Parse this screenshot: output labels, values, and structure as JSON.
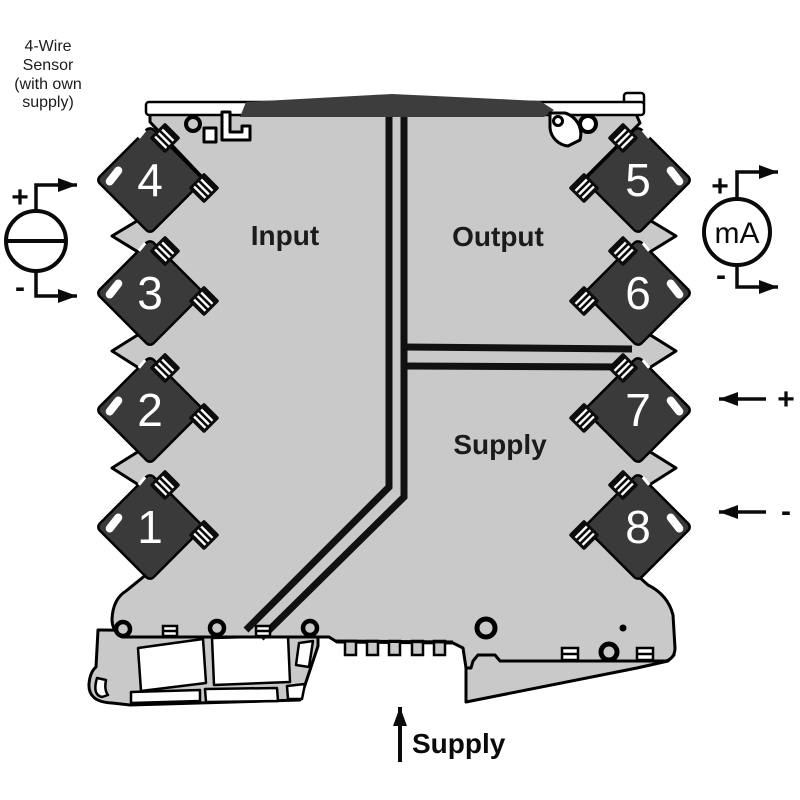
{
  "device": {
    "sections": {
      "input": "Input",
      "output": "Output",
      "supply": "Supply"
    },
    "terminals_left": [
      "4",
      "3",
      "2",
      "1"
    ],
    "terminals_right": [
      "5",
      "6",
      "7",
      "8"
    ]
  },
  "annotations": {
    "sensor": {
      "lines": [
        "4-Wire",
        "Sensor",
        "(with own",
        "supply)"
      ],
      "plus": "+",
      "minus": "-"
    },
    "meter": {
      "label": "mA",
      "plus": "+",
      "minus": "-"
    },
    "supply_input": {
      "plus": "+",
      "minus": "-"
    },
    "supply_arrow_label": "Supply"
  },
  "colors": {
    "background": "#ffffff",
    "body": "#c9c9c9",
    "terminal": "#3a3a3a",
    "roof": "#3d3d3d",
    "line": "#111111"
  }
}
